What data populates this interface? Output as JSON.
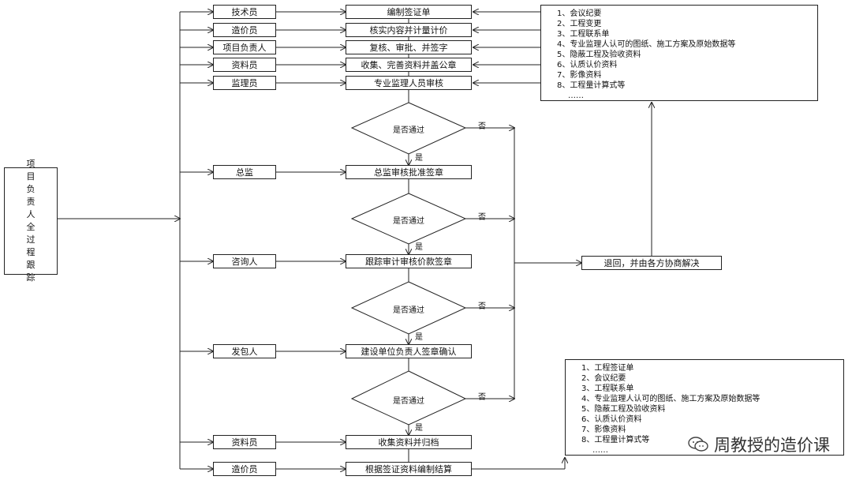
{
  "left_label": "项目负责人全过程跟踪",
  "roles": [
    "技术员",
    "造价员",
    "项目负责人",
    "资料员",
    "监理员",
    "总监",
    "咨询人",
    "发包人",
    "资料员",
    "造价员"
  ],
  "steps": [
    "编制签证单",
    "核实内容并计量计价",
    "复核、审批、并签字",
    "收集、完善资料并盖公章",
    "专业监理人员审核",
    "总监审核批准签章",
    "跟踪审计审核价款签章",
    "建设单位负责人签章确认",
    "收集资料并归档",
    "根据签证资料编制结算"
  ],
  "decision": {
    "text": "是否通过",
    "yes": "是",
    "no": "否"
  },
  "return_box": "退回，并由各方协商解决",
  "note_top": [
    "1、会议纪要",
    "2、工程变更",
    "3、工程联系单",
    "4、专业监理人认可的图纸、施工方案及原始数据等",
    "5、隐蔽工程及验收资料",
    "6、认质认价资料",
    "7、影像资料",
    "8、工程量计算式等",
    "……"
  ],
  "note_bottom": [
    "1、工程签证单",
    "2、会议纪要",
    "3、工程联系单",
    "4、专业监理人认可的图纸、施工方案及原始数据等",
    "5、隐蔽工程及验收资料",
    "6、认质认价资料",
    "7、影像资料",
    "8、工程量计算式等",
    "……"
  ],
  "watermark": "周教授的造价课",
  "watermark_icon": "wechat-icon"
}
